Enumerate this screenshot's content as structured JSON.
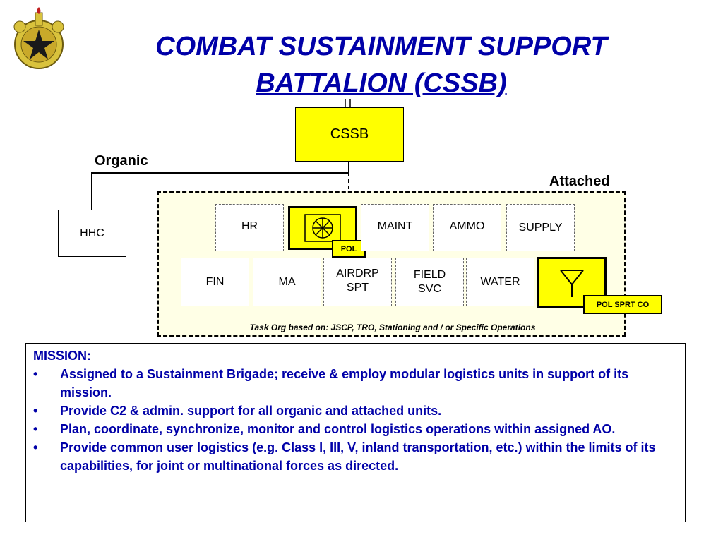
{
  "title": {
    "line1": "COMBAT SUSTAINMENT SUPPORT",
    "line2": "BATTALION (CSSB)"
  },
  "org": {
    "top": "CSSB",
    "organic_label": "Organic",
    "attached_label": "Attached",
    "hhc": "HHC",
    "row1": [
      "HR",
      "MAINT",
      "AMMO",
      "SUPPLY"
    ],
    "pol_label": "POL",
    "row2": [
      "FIN",
      "MA",
      "AIRDRP\nSPT",
      "FIELD\nSVC",
      "WATER"
    ],
    "pol_sprt_label": "POL SPRT CO",
    "task_org_note": "Task Org based on:  JSCP, TRO, Stationing and / or Specific Operations"
  },
  "mission": {
    "heading": "MISSION:",
    "bullets": [
      "Assigned to a Sustainment Brigade; receive & employ modular logistics units in support of its mission.",
      "Provide C2 & admin. support for all organic and attached units.",
      "Plan, coordinate, synchronize, monitor and control logistics operations within assigned AO.",
      "Provide common user logistics (e.g. Class I, III, V, inland transportation, etc.) within the limits of its capabilities, for joint or multinational forces as directed."
    ],
    "bullet_char": "•"
  },
  "colors": {
    "title": "#0000a8",
    "unit_fill": "#ffff00",
    "attached_bg": "#ffffe6"
  },
  "icons": [
    "army-logistics-crest-icon",
    "petroleum-symbol-icon",
    "pol-support-symbol-icon"
  ]
}
